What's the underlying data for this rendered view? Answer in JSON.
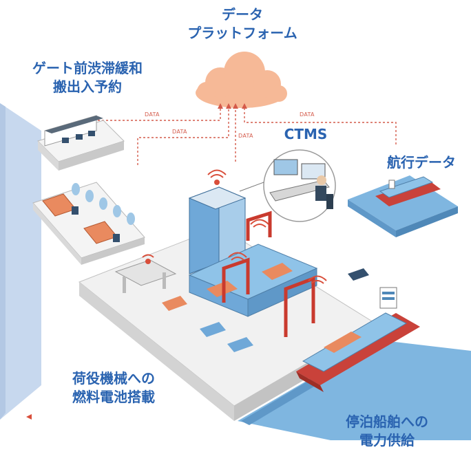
{
  "labels": {
    "platform": {
      "line1": "データ",
      "line2": "プラットフォーム"
    },
    "gate": {
      "line1": "ゲート前渋滞緩和",
      "line2": "搬出入予約"
    },
    "ctms": "CTMS",
    "navigation": "航行データ",
    "fuel_cell": {
      "line1": "荷役機械への",
      "line2": "燃料電池搭載"
    },
    "shore_power": {
      "line1": "停泊船舶への",
      "line2": "電力供給"
    }
  },
  "data_flow_tag": "DATA",
  "colors": {
    "label_text": "#2a63b0",
    "data_line": "#d45a4a",
    "cloud": "#f6b997",
    "side_panel": "#c7d8ee",
    "water": "#7fb6e0",
    "port_ground": "#f1f1f1",
    "container_blue": "#8fc3e8",
    "container_orange": "#e98a5f",
    "crane_red": "#c93a2e",
    "ship_hull": "#c9423a"
  }
}
